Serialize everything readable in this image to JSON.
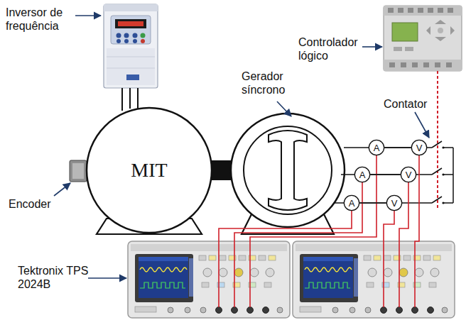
{
  "diagram": {
    "nodes": [
      {
        "text": [
          "MIT"
        ]
      },
      {
        "text": [
          "A"
        ]
      },
      {
        "text": [
          "V"
        ]
      },
      {
        "text": [
          "A"
        ]
      },
      {
        "text": [
          "V"
        ]
      },
      {
        "text": [
          "A"
        ]
      },
      {
        "text": [
          "V"
        ]
      }
    ],
    "edges": [
      {
        "from": 1,
        "to": 2,
        "arrow": "none"
      },
      {
        "from": 3,
        "to": 4,
        "arrow": "none"
      },
      {
        "from": 5,
        "to": 6,
        "arrow": "none"
      }
    ],
    "labels": [
      "Inversor de frequência",
      "Controlador lógico",
      "Gerador síncrono",
      "Contator",
      "Encoder",
      "Tektronix TPS 2024B"
    ]
  }
}
